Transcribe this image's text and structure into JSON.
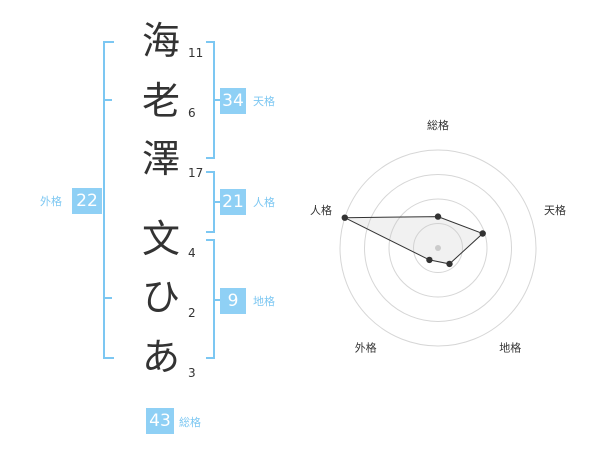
{
  "characters": [
    {
      "char": "海",
      "strokes": "11"
    },
    {
      "char": "老",
      "strokes": "6"
    },
    {
      "char": "澤",
      "strokes": "17"
    },
    {
      "char": "文",
      "strokes": "4"
    },
    {
      "char": "ひ",
      "strokes": "2"
    },
    {
      "char": "あ",
      "strokes": "3"
    }
  ],
  "kakusu": {
    "tenkaku": {
      "value": "34",
      "label": "天格"
    },
    "jinkaku": {
      "value": "21",
      "label": "人格"
    },
    "chikaku": {
      "value": "9",
      "label": "地格"
    },
    "gaikaku": {
      "value": "22",
      "label": "外格"
    },
    "soukaku": {
      "value": "43",
      "label": "総格"
    }
  },
  "colors": {
    "accent": "#8fd0f5",
    "bracket": "#7cc7f2",
    "text": "#333333"
  },
  "chart_data": {
    "type": "radar",
    "axes": [
      "総格",
      "天格",
      "地格",
      "外格",
      "人格"
    ],
    "values": [
      0.32,
      0.48,
      0.2,
      0.15,
      1.0
    ],
    "rings": 4
  }
}
